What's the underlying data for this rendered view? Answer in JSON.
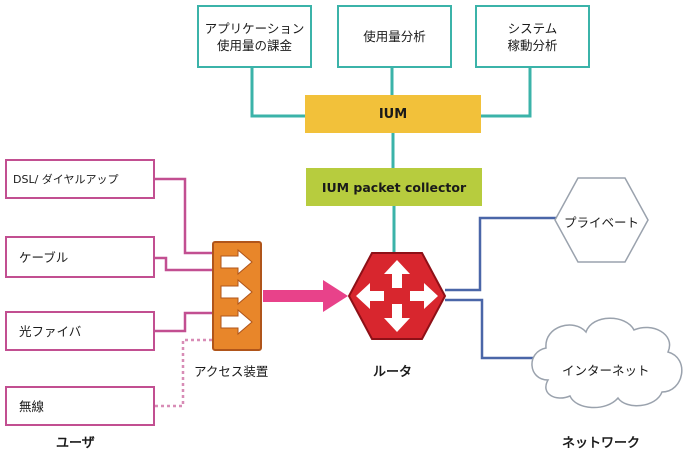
{
  "top_boxes": [
    {
      "lines": [
        "アプリケーション",
        "使用量の課金"
      ]
    },
    {
      "lines": [
        "使用量分析"
      ]
    },
    {
      "lines": [
        "システム",
        "稼動分析"
      ]
    }
  ],
  "ium": "IUM",
  "collector": "IUM packet collector",
  "users": [
    "DSL/ ダイヤルアップ",
    "ケーブル",
    "光ファイバ",
    "無線"
  ],
  "access_label": "アクセス装置",
  "router_label": "ルータ",
  "networks": [
    "プライベート",
    "インターネット"
  ],
  "footer": {
    "users": "ユーザ",
    "network": "ネットワーク"
  },
  "colors": {
    "teal": "#3bb3a9",
    "ium": "#f2c13a",
    "collector": "#b7cc3e",
    "user_lines": "#c24f91",
    "access": "#e8862a",
    "router": "#d8262e",
    "network_lines": "#4a66a8",
    "wireless": "#d88cb6"
  }
}
